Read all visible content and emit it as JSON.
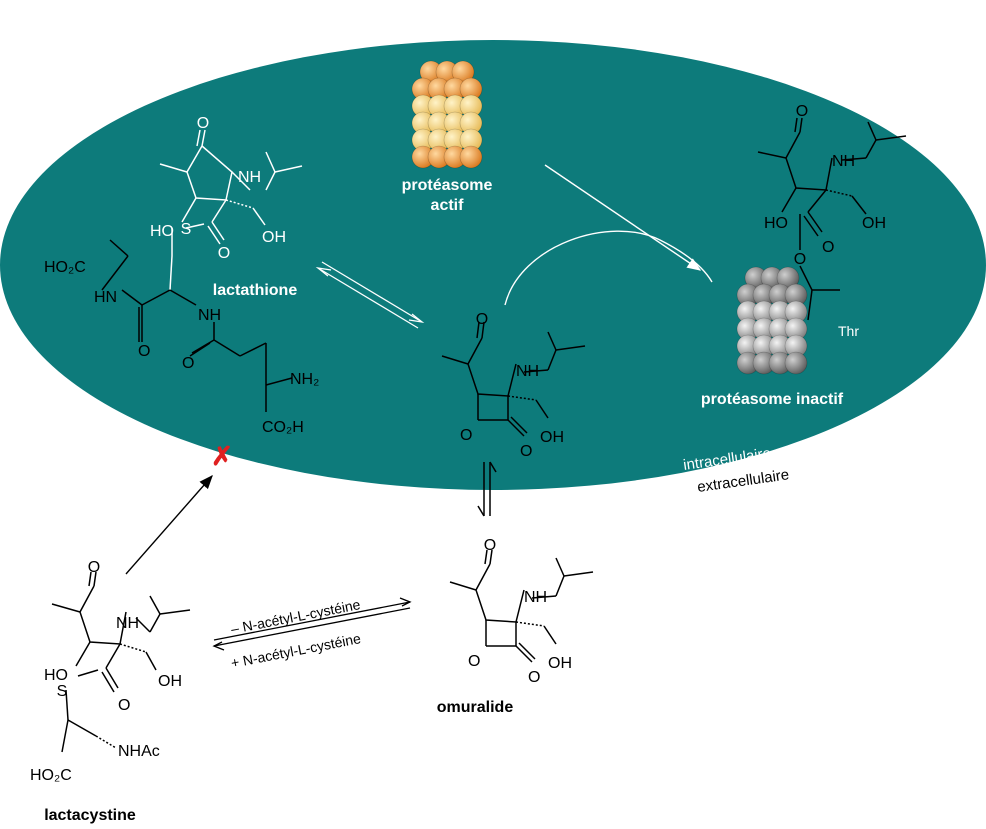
{
  "colors": {
    "cell": "#0d7b7b",
    "proteasome_active_top": "#e8913a",
    "proteasome_active_bottom": "#f6d98c",
    "proteasome_inactive": "#9a9a9a",
    "reaction_block": "#e02020"
  },
  "labels": {
    "proteasome_active_line1": "protéasome",
    "proteasome_active_line2": "actif",
    "proteasome_inactive": "protéasome inactif",
    "lactathione": "lactathione",
    "omuralide": "omuralide",
    "lactacystine": "lactacystine",
    "intracellular": "intracellulaire",
    "extracellular": "extracellulaire",
    "minus_nac": "– N-acétyl-L-cystéine",
    "plus_nac": "+ N-acétyl-L-cystéine",
    "thr": "Thr"
  },
  "atoms": {
    "O": "O",
    "NH": "NH",
    "HO": "HO",
    "OH": "OH",
    "S": "S",
    "HN": "HN",
    "HO2C": "HO₂C",
    "NH2": "NH₂",
    "CO2H": "CO₂H",
    "NHAc": "NHAc",
    "blocked": "✗"
  }
}
